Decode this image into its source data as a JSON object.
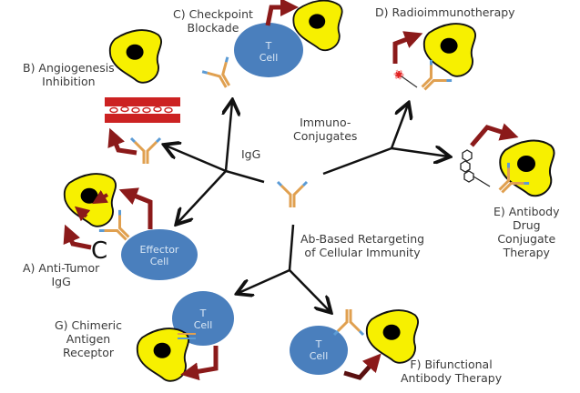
{
  "diagram": {
    "center": "antibody",
    "branches": {
      "igg": "IgG",
      "immunoconjugates_line1": "Immuno-",
      "immunoconjugates_line2": "Conjugates",
      "retargeting_line1": "Ab-Based Retargeting",
      "retargeting_line2": "of Cellular Immunity"
    },
    "panels": {
      "a": {
        "line1": "A) Anti-Tumor",
        "line2": "IgG",
        "cell_line1": "Effector",
        "cell_line2": "Cell",
        "complement_glyph": "C"
      },
      "b": {
        "line1": "B) Angiogenesis",
        "line2": "Inhibition"
      },
      "c": {
        "line1": "C) Checkpoint",
        "line2": "Blockade",
        "cell_line1": "T",
        "cell_line2": "Cell"
      },
      "d": {
        "line1": "D) Radioimmunotherapy"
      },
      "e": {
        "line1": "E) Antibody",
        "line2": "Drug",
        "line3": "Conjugate",
        "line4": "Therapy"
      },
      "f": {
        "line1": "F) Bifunctional",
        "line2": "Antibody Therapy",
        "cell_line1": "T",
        "cell_line2": "Cell"
      },
      "g": {
        "line1": "G) Chimeric",
        "line2": "Antigen",
        "line3": "Receptor",
        "cell_line1": "T",
        "cell_line2": "Cell"
      }
    },
    "colors": {
      "tumor_fill": "#f7f000",
      "nucleus": "#000000",
      "cell_fill": "#4a7fbd",
      "antibody_heavy": "#e0a050",
      "antibody_light": "#5b9bd5",
      "arrow_red": "#8b1a1a",
      "vessel": "#cc2222"
    }
  }
}
